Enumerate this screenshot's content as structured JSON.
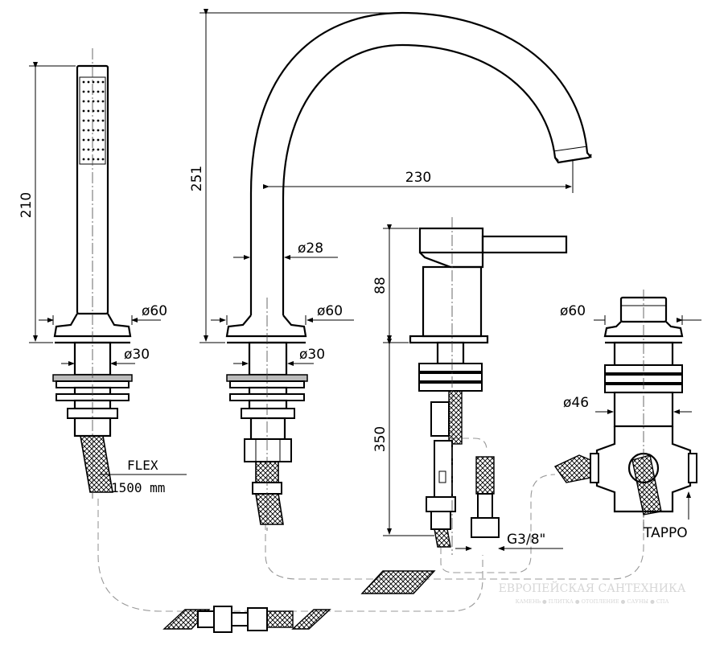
{
  "dimensions": {
    "shower_height": "210",
    "spout_height": "251",
    "spout_reach": "230",
    "spout_tube_dia": "ø28",
    "shower_base_dia": "ø60",
    "shower_shank_dia": "ø30",
    "spout_base_dia": "ø60",
    "spout_shank_dia": "ø30",
    "mixer_height": "88",
    "mixer_shank_length": "350",
    "connection_thread": "G3/8\"",
    "diverter_base_dia": "ø60",
    "diverter_body_dia": "ø46"
  },
  "labels": {
    "flex_title": "FLEX",
    "flex_length": "1500 mm",
    "tappo": "TAPPO"
  },
  "watermark": {
    "line1": "ЕВРОПЕЙСКАЯ САНТЕХНИКА",
    "line2": "КАМЕНЬ ● ПЛИТКА ● ОТОПЛЕНИЕ ● САУНЫ ● СПА"
  }
}
